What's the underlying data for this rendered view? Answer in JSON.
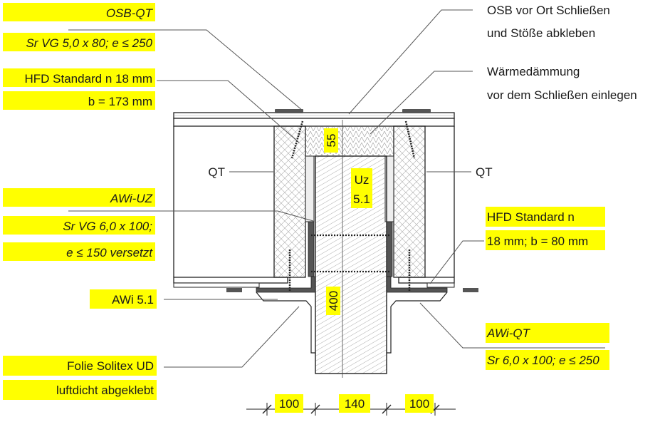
{
  "labels": {
    "osb_qt": "OSB-QT",
    "osb_qt_screw": "Sr VG 5,0 x 80; e ≤ 250",
    "hfd_top_1": "HFD Standard n 18 mm",
    "hfd_top_2": "b = 173 mm",
    "qt_left": "QT",
    "qt_right": "QT",
    "awi_uz": "AWi-UZ",
    "awi_uz_screw_1": "Sr VG 6,0 x 100;",
    "awi_uz_screw_2": "e ≤ 150 versetzt",
    "awi_51": "AWi 5.1",
    "folie_1": "Folie Solitex UD",
    "folie_2": "luftdicht abgeklebt",
    "osb_note_1": "OSB vor Ort Schließen",
    "osb_note_2": "und Stöße abkleben",
    "waerme_1": "Wärmedämmung",
    "waerme_2": "vor dem Schließen einlegen",
    "hfd_right_1": "HFD Standard n",
    "hfd_right_2": "18 mm; b = 80 mm",
    "awi_qt": "AWi-QT",
    "awi_qt_screw": "Sr 6,0 x 100; e ≤ 250",
    "uz_1": "Uz",
    "uz_2": "5.1",
    "dim_55": "55",
    "dim_400": "400",
    "dim_100_left": "100",
    "dim_140": "140",
    "dim_100_right": "100"
  },
  "colors": {
    "highlight": "#ffff00",
    "line": "#222222",
    "hatch": "#888888",
    "plate": "#555555"
  }
}
